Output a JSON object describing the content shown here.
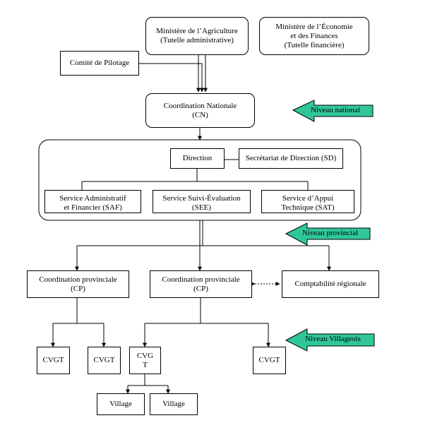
{
  "colors": {
    "arrow_fill": "#2fc79a",
    "line": "#000000",
    "background": "#ffffff"
  },
  "nodes": {
    "ministere_agriculture": "Ministère de l’Agriculture\n(Tutelle administrative)",
    "ministere_economie": "Ministère de  l’Économie\net des Finances\n(Tutelle financière)",
    "comite_pilotage": "Comité de Pilotage",
    "coordination_nationale": "Coordination Nationale\n(CN)",
    "direction": "Direction",
    "secretariat": "Secrétariat de Direction (SD)",
    "saf": "Service Administratif\net Financier (SAF)",
    "see": "Service Suivi-Évaluation\n(SEE)",
    "sat": "Service d’Appui\nTechnique (SAT)",
    "cp_left": "Coordination provinciale\n(CP)",
    "cp_center": "Coordination provinciale\n(CP)",
    "comptabilite": "Comptabilité régionale",
    "cvgt_1": "CVGT",
    "cvgt_2": "CVGT",
    "cvgt_3": "CVG\nT",
    "cvgt_4": "CVGT",
    "village_1": "Village",
    "village_2": "Village"
  },
  "level_labels": {
    "national": "Niveau national",
    "provincial": "Niveau provincial",
    "villageois": "Niveau Villageois"
  }
}
